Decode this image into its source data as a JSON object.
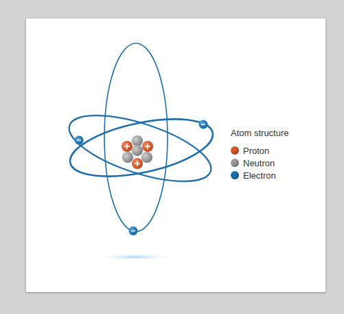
{
  "diagram": {
    "title": "Atom structure",
    "legend": [
      {
        "text": "Proton",
        "color": "#d9562a"
      },
      {
        "text": "Neutron",
        "color": "#9a9a9a"
      },
      {
        "text": "Electron",
        "color": "#1c6fae"
      }
    ]
  }
}
